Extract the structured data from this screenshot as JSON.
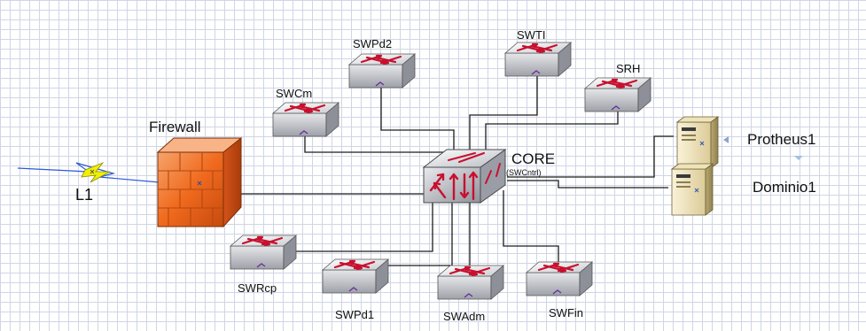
{
  "nodes": {
    "firewall": "Firewall",
    "core": "CORE",
    "core_sub": "(SWCntrl)",
    "link": "L1",
    "swpd2": "SWPd2",
    "swti": "SWTI",
    "srh": "SRH",
    "swcm": "SWCm",
    "swrcp": "SWRcp",
    "swpd1": "SWPd1",
    "swadm": "SWAdm",
    "swfin": "SWFin",
    "protheus": "Protheus1",
    "dominio": "Dominio1"
  },
  "colors": {
    "grid": "#cfd6e4",
    "firewall_orange": "#f06a1e",
    "switch_arrow": "#c8102e",
    "lightning": "#f2f000",
    "link_line": "#1c1c1c"
  }
}
